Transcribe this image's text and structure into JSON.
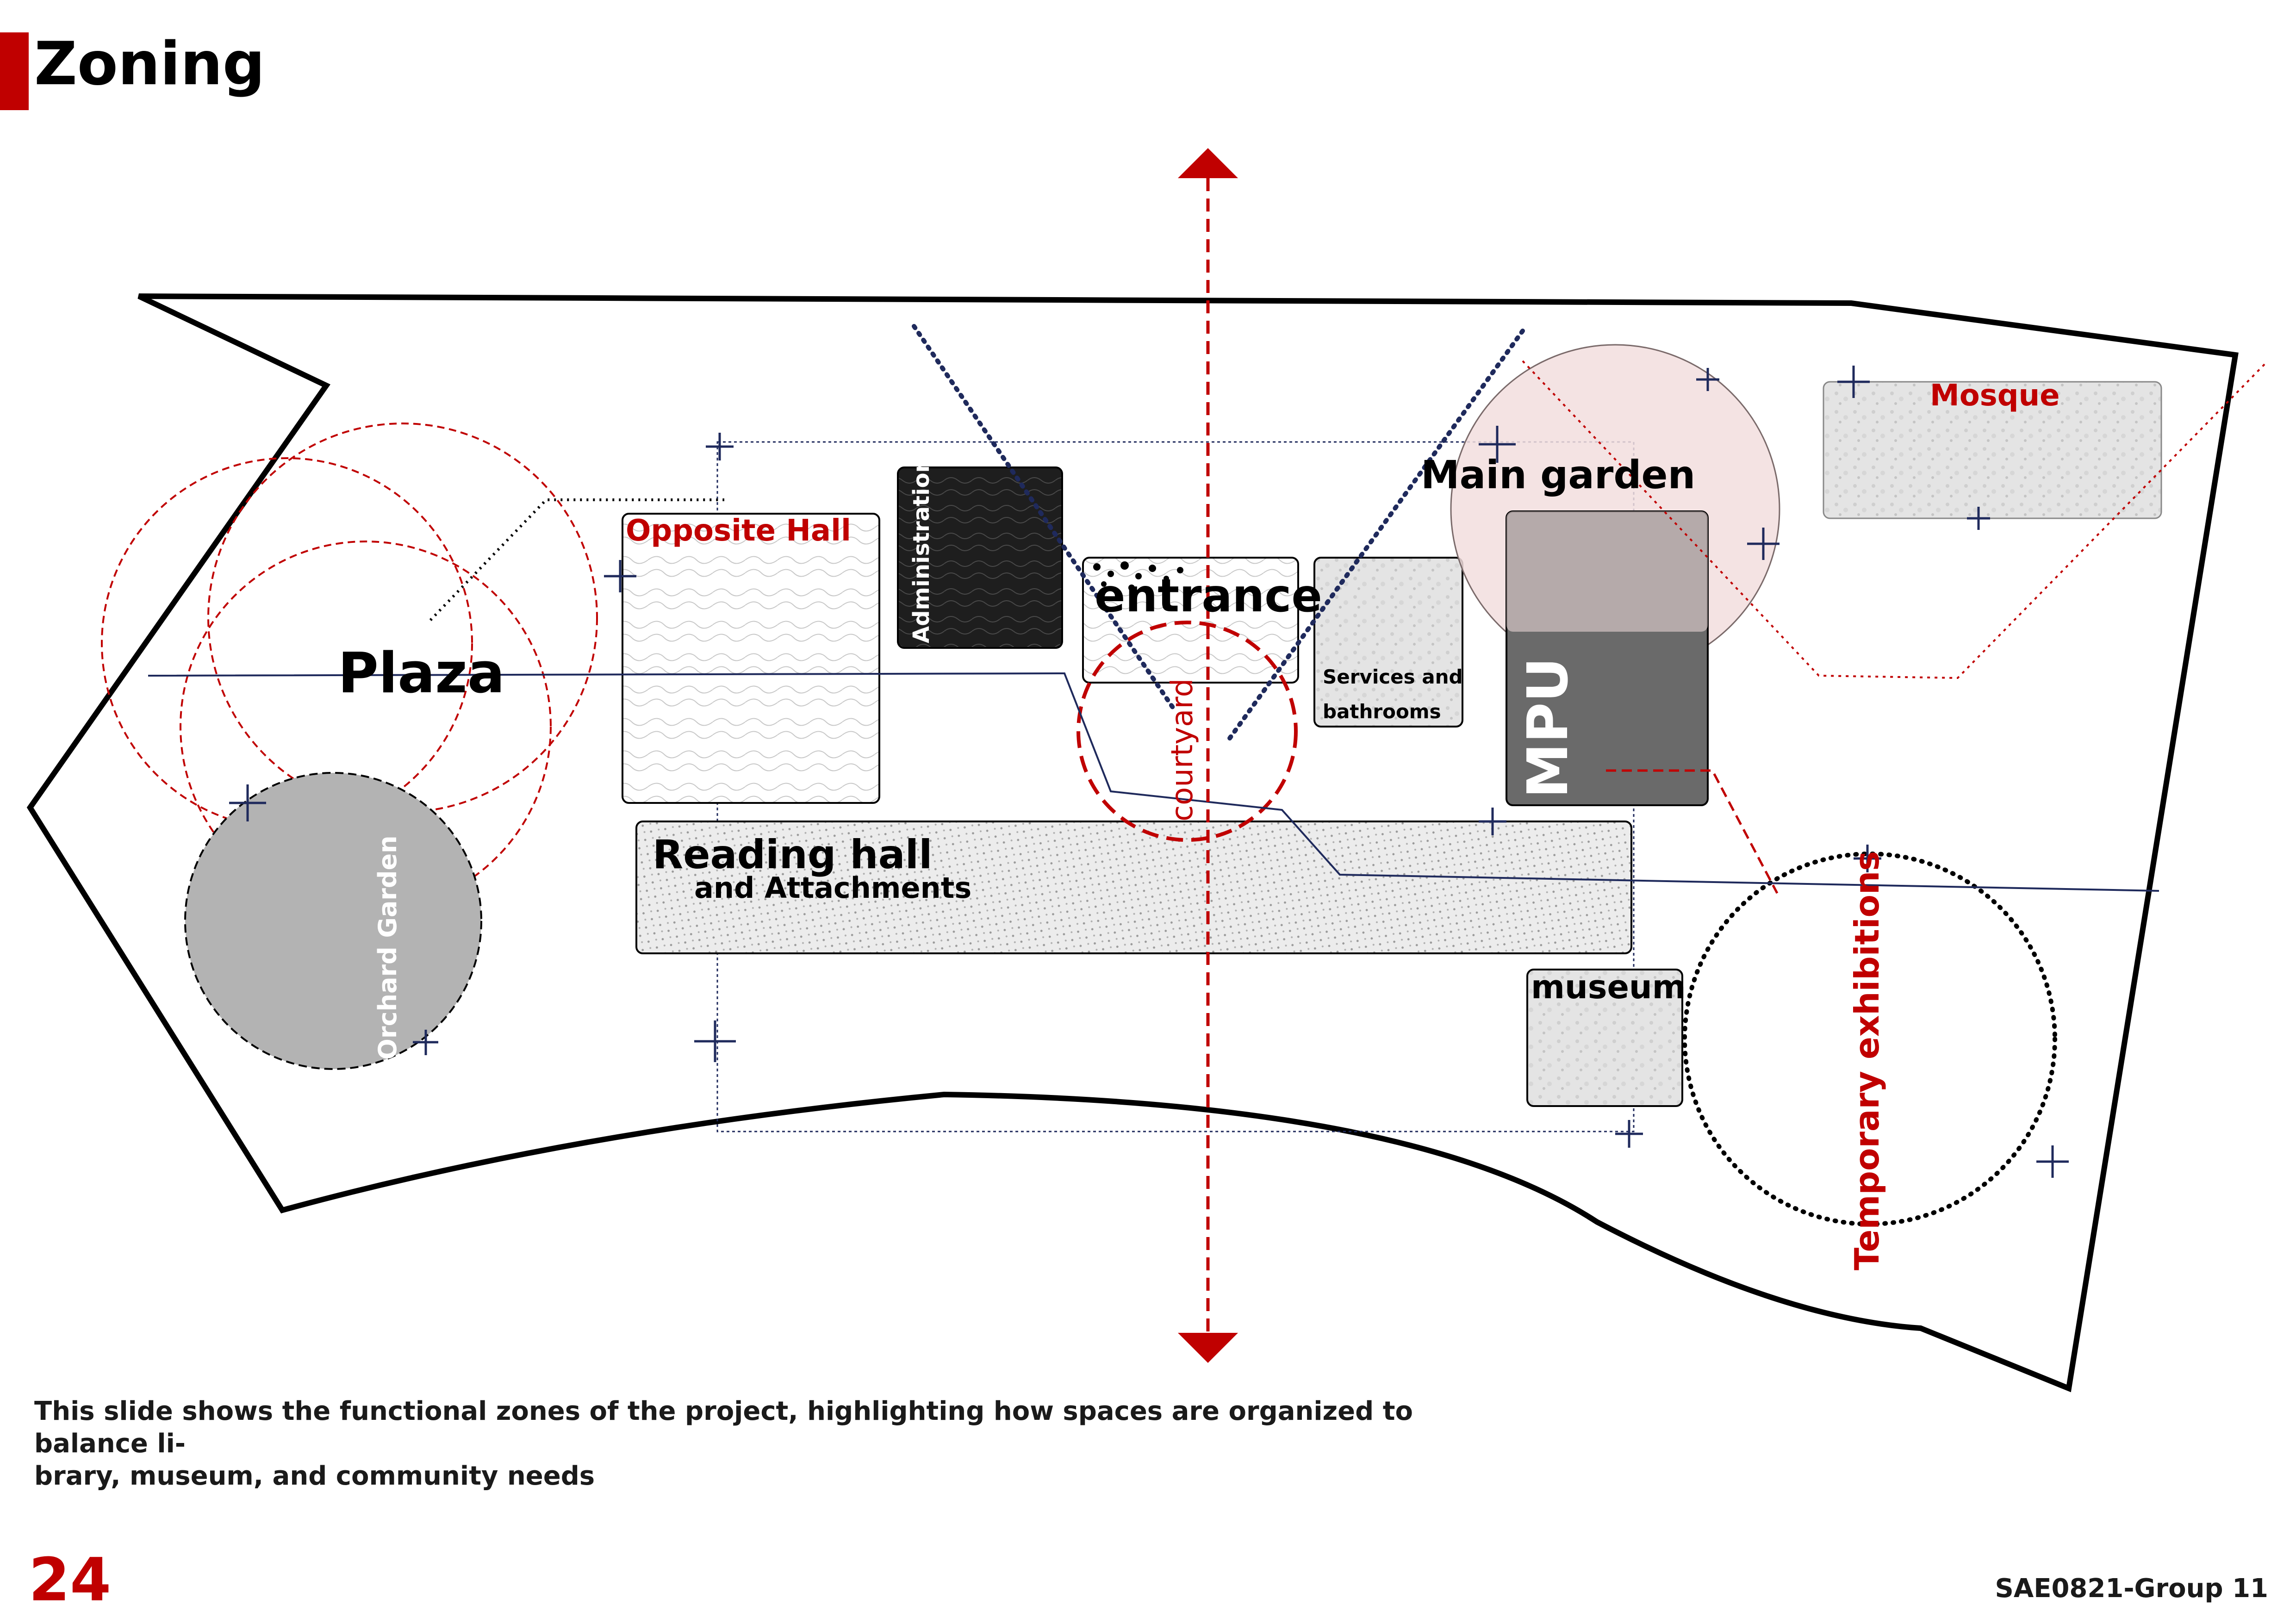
{
  "slide": {
    "title": "Zoning",
    "caption": "This slide shows the functional zones of the project, highlighting how spaces are organized to balance li-\nbrary, museum, and community needs",
    "page_number": "24",
    "group": "SAE0821-Group 11"
  },
  "zones": {
    "plaza": "Plaza",
    "opposite_hall": "Opposite Hall",
    "administration": "Administration",
    "entrance": "entrance",
    "services": "Services and",
    "services_2": "bathrooms",
    "main_garden": "Main garden",
    "mosque": "Mosque",
    "mpu": "MPU",
    "courtyard": "courtyard",
    "reading_hall": "Reading hall",
    "reading_hall_2": "and Attachments",
    "museum": "museum",
    "orchard_garden": "Orchard Garden",
    "temporary_exhibitions": "Temporary exhibitions"
  },
  "colors": {
    "accent_red": "#c00000",
    "navy": "#1f2a5c",
    "dark_block": "#1e1e1e",
    "mpu_gray": "#6a6a6a",
    "garden_pink": "#f2dede",
    "orchard_gray": "#b3b3b3",
    "hatch_gray": "#e6e6e6"
  }
}
